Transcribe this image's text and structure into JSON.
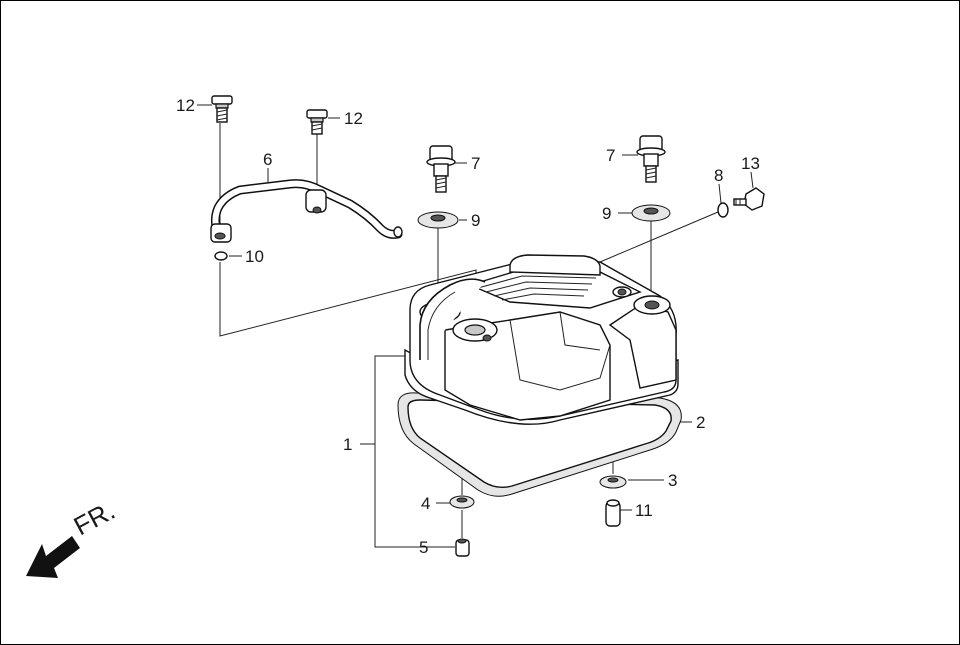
{
  "callouts": {
    "c1": "1",
    "c2": "2",
    "c3": "3",
    "c4": "4",
    "c5": "5",
    "c6": "6",
    "c7a": "7",
    "c7b": "7",
    "c8": "8",
    "c9a": "9",
    "c9b": "9",
    "c10": "10",
    "c11": "11",
    "c12a": "12",
    "c12b": "12",
    "c13": "13"
  },
  "direction_label": "FR."
}
